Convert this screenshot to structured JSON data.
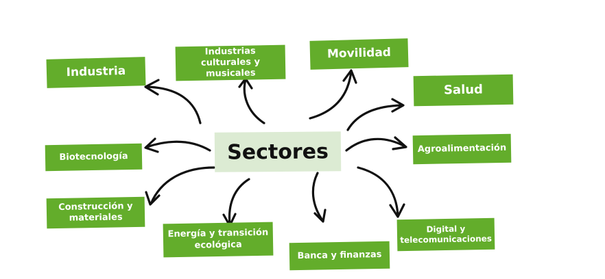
{
  "diagram": {
    "center": {
      "label": "Sectores"
    },
    "sectors": [
      {
        "id": "industria",
        "label": "Industria"
      },
      {
        "id": "culturales",
        "label": "Industrias culturales y musicales"
      },
      {
        "id": "movilidad",
        "label": "Movilidad"
      },
      {
        "id": "salud",
        "label": "Salud"
      },
      {
        "id": "biotecnologia",
        "label": "Biotecnología"
      },
      {
        "id": "agro",
        "label": "Agroalimentación"
      },
      {
        "id": "construccion",
        "label": "Construcción y materiales"
      },
      {
        "id": "energia",
        "label": "Energía y transición ecológica"
      },
      {
        "id": "banca",
        "label": "Banca y finanzas"
      },
      {
        "id": "digital",
        "label": "Digital y telecomunicaciones"
      }
    ],
    "colors": {
      "box": "#63ad2b",
      "box_text": "#ffffff",
      "center_bg": "#dcebd3",
      "center_text": "#111111",
      "arrow": "#111111"
    }
  }
}
